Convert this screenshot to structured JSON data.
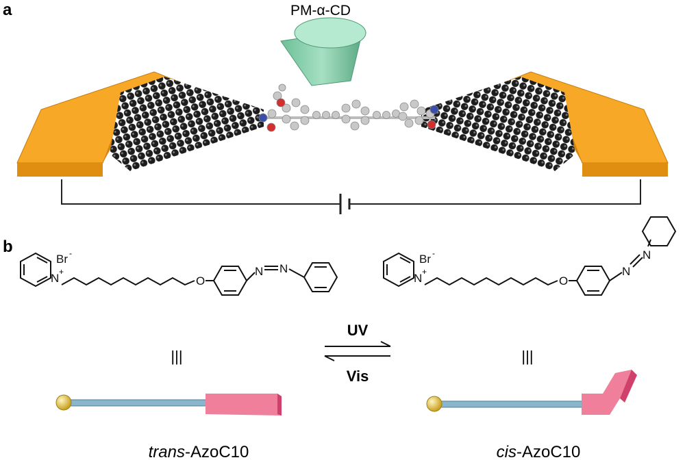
{
  "panel_a": {
    "label": "a",
    "host_label": "PM-α-CD"
  },
  "panel_b": {
    "label": "b",
    "counterion": "Br",
    "counterion_charge": "-",
    "pyridinium_n": "N",
    "pyridinium_charge": "+",
    "ether_o": "O",
    "azo_n1": "N",
    "azo_n2": "N",
    "equiv_symbol": "|||",
    "forward_label": "UV",
    "reverse_label": "Vis",
    "trans_prefix": "trans",
    "trans_suffix": "-AzoC10",
    "cis_prefix": "cis",
    "cis_suffix": "-AzoC10"
  },
  "colors": {
    "electrode": "#f5a623",
    "graphene": "#222222",
    "cyclodextrin": "#7fcca6",
    "rod": "#8ab6cc",
    "azo_block": "#ef7f9b",
    "head": "#e6c54a"
  }
}
